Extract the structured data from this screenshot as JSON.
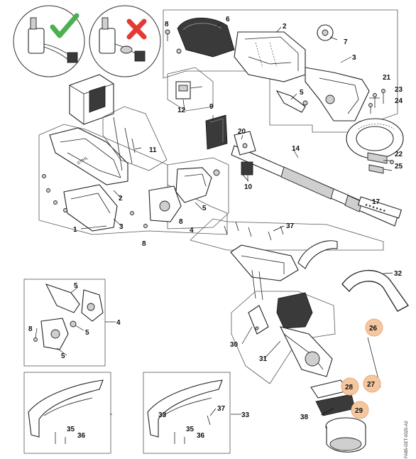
{
  "labels": {
    "l1": "1",
    "l2a": "2",
    "l2b": "2",
    "l3a": "3",
    "l3b": "3",
    "l4a": "4",
    "l4b": "4",
    "l5a": "5",
    "l5b": "5",
    "l5c": "5",
    "l5d": "5",
    "l5e": "5",
    "l6": "6",
    "l7": "7",
    "l8a": "8",
    "l8b": "8",
    "l8c": "8",
    "l8d": "8",
    "l9": "9",
    "l10": "10",
    "l11": "11",
    "l12": "12",
    "l14": "14",
    "l17": "17",
    "l20": "20",
    "l21": "21",
    "l22": "22",
    "l23": "23",
    "l24": "24",
    "l25": "25",
    "l26": "26",
    "l27": "27",
    "l28": "28",
    "l29": "29",
    "l30": "30",
    "l31": "31",
    "l32": "32",
    "l33a": "33",
    "l33b": "33",
    "l35a": "35",
    "l35b": "35",
    "l36a": "36",
    "l36b": "36",
    "l37a": "37",
    "l37b": "37",
    "l38": "38"
  },
  "drawing_code": "FA85-GET-0020-A2",
  "highlight_color": "#f5c7a1",
  "check_color": "#4caf50",
  "cross_color": "#e53935",
  "icons": [
    "check-icon",
    "cross-icon"
  ]
}
